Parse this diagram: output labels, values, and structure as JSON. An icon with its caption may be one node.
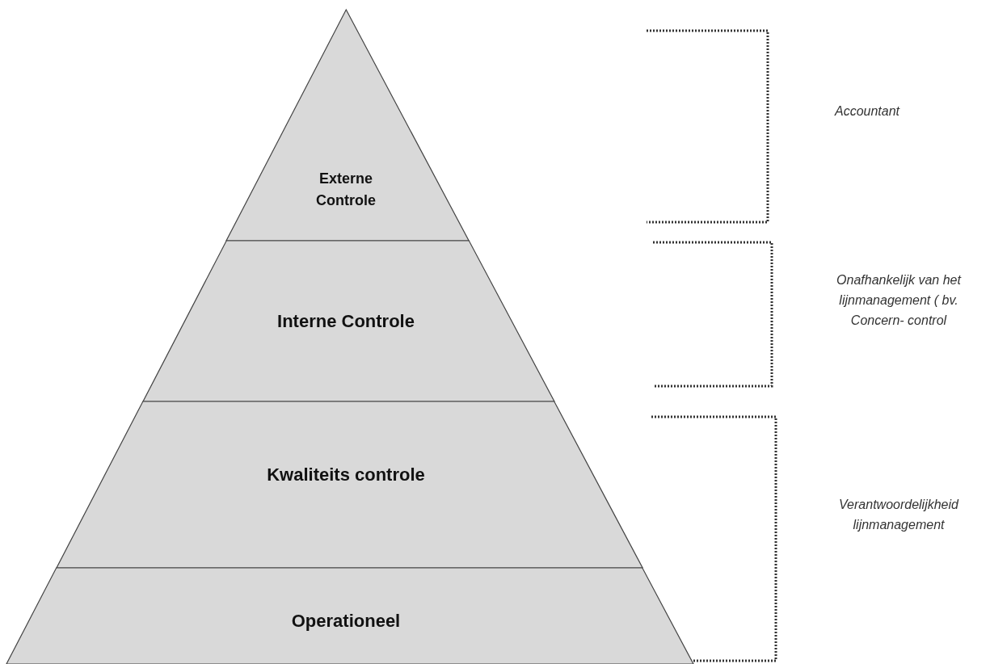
{
  "diagram": {
    "nodes": [
      {
        "text": [
          "Externe Controle"
        ]
      },
      {
        "text": [
          "Interne Controle"
        ]
      },
      {
        "text": [
          "Kwaliteits controle"
        ]
      },
      {
        "text": [
          "Operationeel"
        ]
      }
    ],
    "labels": [
      "Accountant",
      "Onafhankelijk van het lijnmanagement ( bv. Concern- control",
      "Verantwoordelijkheid lijnmanagement"
    ]
  }
}
